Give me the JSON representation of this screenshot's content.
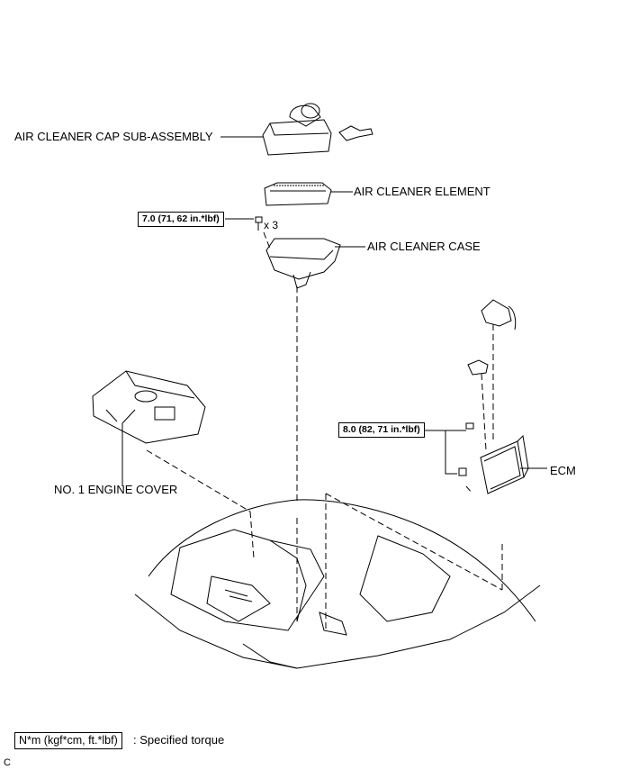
{
  "labels": {
    "air_cleaner_cap": "AIR CLEANER CAP SUB-ASSEMBLY",
    "air_cleaner_element": "AIR CLEANER ELEMENT",
    "air_cleaner_case": "AIR CLEANER CASE",
    "engine_cover": "NO. 1 ENGINE COVER",
    "ecm": "ECM"
  },
  "torques": {
    "air_cleaner": "7.0 (71, 62 in.*lbf)",
    "ecm": "8.0 (82, 71 in.*lbf)"
  },
  "quantity": "x 3",
  "legend": {
    "box": "N*m (kgf*cm, ft.*lbf)",
    "text": ": Specified torque"
  },
  "figure_code": "C"
}
